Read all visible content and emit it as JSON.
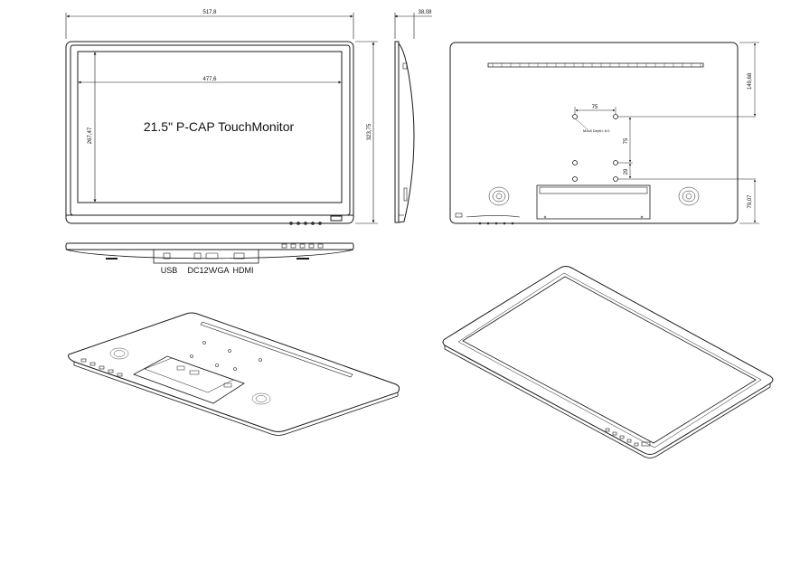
{
  "colors": {
    "line": "#1a1a1a",
    "background": "#ffffff"
  },
  "front": {
    "title": "21.5\" P-CAP TouchMonitor",
    "dim_overall_width": "517,8",
    "dim_active_width": "477,6",
    "dim_active_height": "267,47",
    "dim_overall_height": "323,75"
  },
  "side": {
    "dim_depth": "38,08"
  },
  "back": {
    "dim_vesa_h": "75",
    "dim_vesa_v": "75",
    "dim_small": "29",
    "dim_top": "149,68",
    "dim_bottom": "79,07",
    "vesa_note": "M4x8 Depth: 8.0"
  },
  "bottom": {
    "port_usb": "USB",
    "port_dc": "DC12V",
    "port_vga": "VGA",
    "port_hdmi": "HDMI"
  }
}
